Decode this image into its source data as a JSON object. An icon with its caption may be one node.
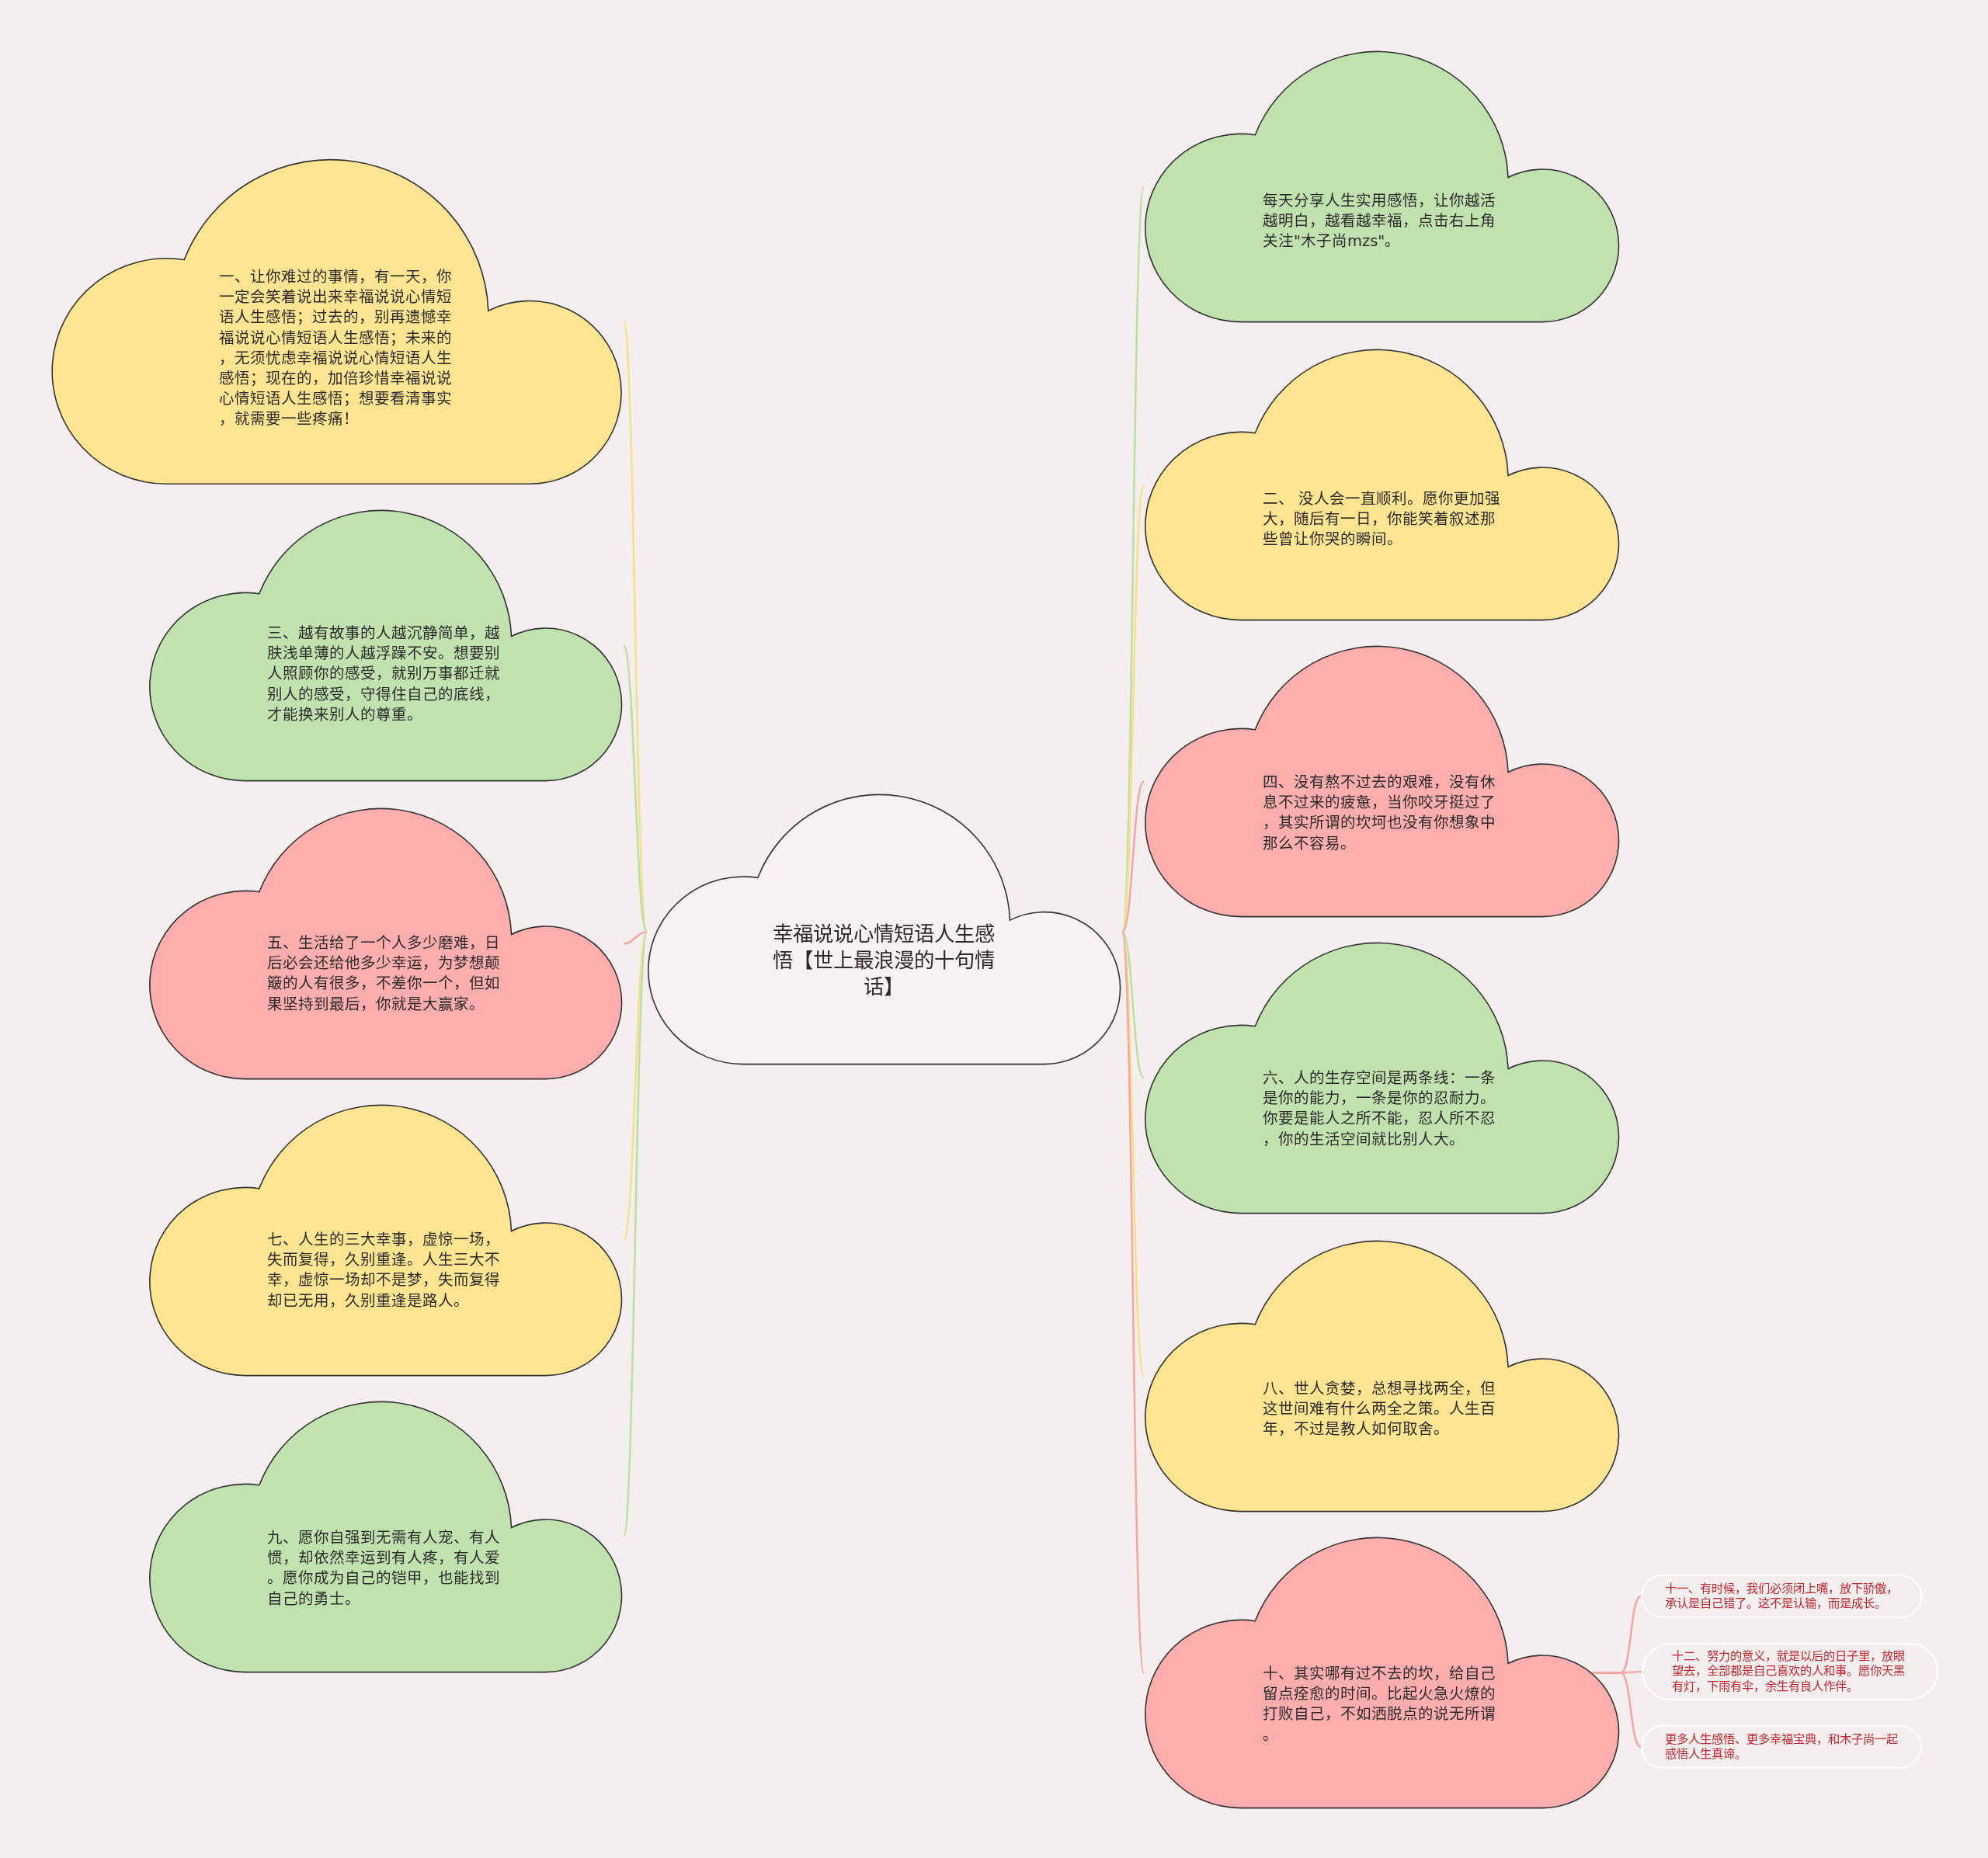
{
  "diagram": {
    "nodes": [
      {
        "text": [
          "幸福说说心情短语人生感悟【世上最浪漫的十句情话】"
        ]
      },
      {
        "text": [
          "一、让你难过的事情，有一天，你一定会笑着说出来幸福说说心情短语人生感悟；过去的，别再遗憾幸福说说心情短语人生感悟；未来的，无须忧虑幸福说说心情短语人生感悟；现在的，加倍珍惜幸福说说心情短语人生感悟；想要看清事实，就需要一些疼痛！"
        ]
      },
      {
        "text": [
          "三、越有故事的人越沉静简单，越肤浅单薄的人越浮躁不安。想要别人照顾你的感受，就别万事都迁就别人的感受，守得住自己的底线，才能换来别人的尊重。"
        ]
      },
      {
        "text": [
          "五、生活给了一个人多少磨难，日后必会还给他多少幸运，为梦想颠簸的人有很多，不差你一个，但如果坚持到最后，你就是大赢家。"
        ]
      },
      {
        "text": [
          "七、人生的三大幸事，虚惊一场，失而复得，久别重逢。人生三大不幸，虚惊一场却不是梦，失而复得却已无用，久别重逢是路人。"
        ]
      },
      {
        "text": [
          "九、愿你自强到无需有人宠、有人惯，却依然幸运到有人疼，有人爱。愿你成为自己的铠甲，也能找到自己的勇士。"
        ]
      },
      {
        "text": [
          "每天分享人生实用感悟，让你越活越明白，越看越幸福，点击右上角关注\"木子尚mzs\"。"
        ]
      },
      {
        "text": [
          "二、 没人会一直顺利。愿你更加强大，随后有一日，你能笑着叙述那些曾让你哭的瞬间。"
        ]
      },
      {
        "text": [
          "四、没有熬不过去的艰难，没有休息不过来的疲惫，当你咬牙挺过了，其实所谓的坎坷也没有你想象中那么不容易。"
        ]
      },
      {
        "text": [
          "六、人的生存空间是两条线：一条是你的能力，一条是你的忍耐力。你要是能人之所不能，忍人所不忍，你的生活空间就比别人大。"
        ]
      },
      {
        "text": [
          "八、世人贪婪，总想寻找两全，但这世间难有什么两全之策。人生百年，不过是教人如何取舍。"
        ]
      },
      {
        "text": [
          "十、其实哪有过不去的坎，给自己留点痊愈的时间。比起火急火燎的打败自己，不如洒脱点的说无所谓。"
        ]
      },
      {
        "text": [
          "十一、有时候，我们必须闭上嘴，放下骄傲，承认是自己错了。这不是认输，而是成长。"
        ]
      },
      {
        "text": [
          "十二、努力的意义，就是以后的日子里，放眼望去，全部都是自己喜欢的人和事。愿你天黑有灯，下雨有伞，余生有良人作伴。"
        ]
      },
      {
        "text": [
          "更多人生感悟、更多幸福宝典，和木子尚一起感悟人生真谛。"
        ]
      }
    ],
    "edges": [
      {
        "from": 0,
        "to": 1,
        "arrow": "none",
        "color": "#f5e08a"
      },
      {
        "from": 0,
        "to": 2,
        "arrow": "none",
        "color": "#bcdfa6"
      },
      {
        "from": 0,
        "to": 3,
        "arrow": "none"
      },
      {
        "from": 0,
        "to": 4,
        "arrow": "none",
        "color": "#f5e08a"
      },
      {
        "from": 0,
        "to": 5,
        "arrow": "none",
        "color": "#bcdfa6"
      },
      {
        "from": 0,
        "to": 6,
        "arrow": "none",
        "color": "#bcdfa6"
      },
      {
        "from": 0,
        "to": 7,
        "arrow": "none",
        "color": "#f5e08a"
      },
      {
        "from": 0,
        "to": 8,
        "arrow": "none"
      },
      {
        "from": 0,
        "to": 9,
        "arrow": "none",
        "color": "#bcdfa6"
      },
      {
        "from": 0,
        "to": 10,
        "arrow": "none",
        "color": "#f5e08a"
      },
      {
        "from": 0,
        "to": 11,
        "arrow": "none"
      },
      {
        "from": 11,
        "to": 12,
        "arrow": "none"
      },
      {
        "from": 11,
        "to": 13,
        "arrow": "none"
      },
      {
        "from": 11,
        "to": 14,
        "arrow": "none"
      }
    ]
  }
}
